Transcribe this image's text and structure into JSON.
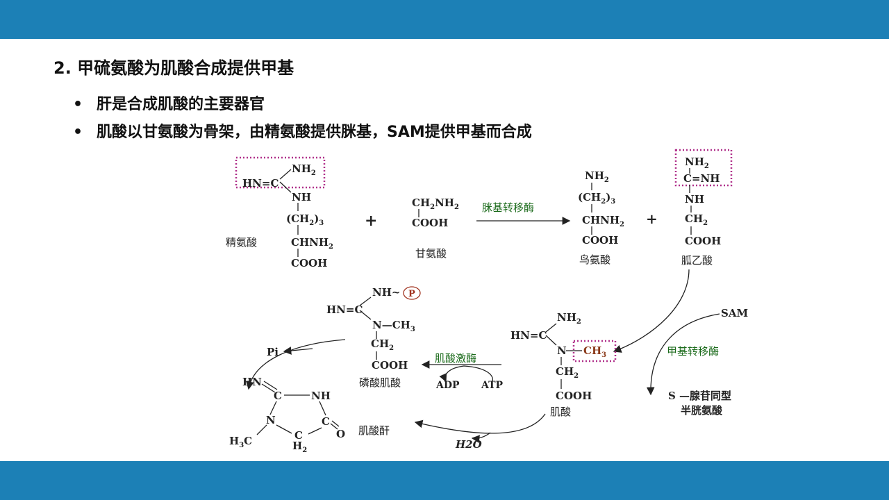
{
  "slide": {
    "heading": "2. 甲硫氨酸为肌酸合成提供甲基",
    "bullets": [
      {
        "marker": "•",
        "text": "肝是合成肌酸的主要器官"
      },
      {
        "marker": "•",
        "text": "肌酸以甘氨酸为骨架，由精氨酸提供脒基，SAM提供甲基而合成"
      }
    ]
  },
  "diagram": {
    "compounds": {
      "arginine": "精氨酸",
      "glycine": "甘氨酸",
      "ornithine": "鸟氨酸",
      "guanidinoacetate": "胍乙酸",
      "creatine": "肌酸",
      "creatine_phosphate": "磷酸肌酸",
      "creatinine": "肌酸酐",
      "sah_line1": "S —腺苷同型",
      "sah_line2": "半胱氨酸"
    },
    "enzymes": {
      "amidinotransferase": "脒基转移酶",
      "methyltransferase": "甲基转移酶",
      "creatine_kinase": "肌酸激酶"
    },
    "symbols": {
      "plus": "+",
      "sam": "SAM",
      "adp": "ADP",
      "atp": "ATP",
      "pi": "Pi",
      "water": "H2O",
      "phosphate": "P"
    },
    "colors": {
      "highlight_box": "#b0308a",
      "enzyme_text": "#1a6a1a",
      "methyl_group": "#8b3a1a",
      "bars": "#1c80b6"
    }
  }
}
